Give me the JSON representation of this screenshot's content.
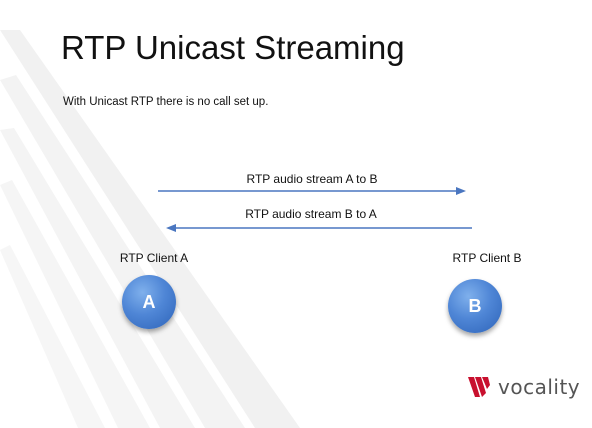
{
  "slide": {
    "title": "RTP Unicast Streaming",
    "subtitle": "With Unicast RTP there is no call set up."
  },
  "streams": [
    {
      "label": "RTP audio stream A to B",
      "direction": "A-to-B"
    },
    {
      "label": "RTP audio stream B to A",
      "direction": "B-to-A"
    }
  ],
  "clients": [
    {
      "label": "RTP Client A",
      "node": "A"
    },
    {
      "label": "RTP Client B",
      "node": "B"
    }
  ],
  "logo": {
    "text": "vocality",
    "icon": "vocality-logo-icon",
    "color": "#c8102e"
  },
  "colors": {
    "arrow": "#4a76c0",
    "node": "#4f86d6",
    "stripes": "#f0f0f0"
  }
}
